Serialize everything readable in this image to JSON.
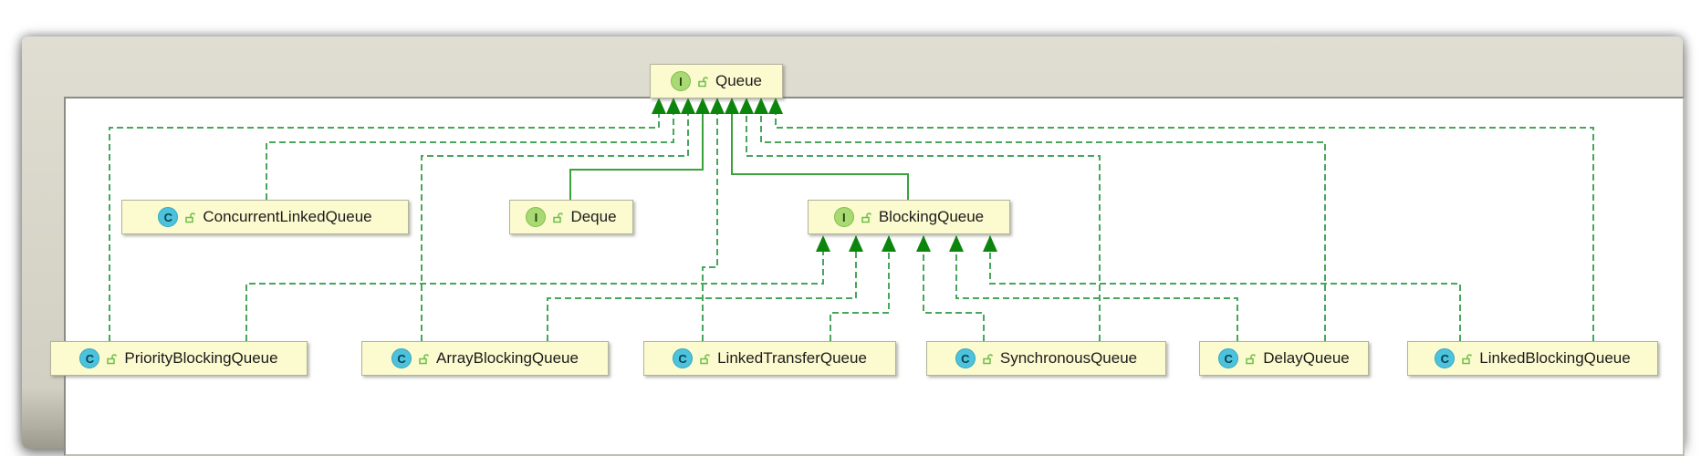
{
  "diagram": {
    "nodes": [
      {
        "id": "queue",
        "label": "Queue",
        "kind": "interface",
        "icon_letter": "I"
      },
      {
        "id": "concurrent-linked-queue",
        "label": "ConcurrentLinkedQueue",
        "kind": "class",
        "icon_letter": "C"
      },
      {
        "id": "deque",
        "label": "Deque",
        "kind": "interface",
        "icon_letter": "I"
      },
      {
        "id": "blocking-queue",
        "label": "BlockingQueue",
        "kind": "interface",
        "icon_letter": "I"
      },
      {
        "id": "priority-blocking-queue",
        "label": "PriorityBlockingQueue",
        "kind": "class",
        "icon_letter": "C"
      },
      {
        "id": "array-blocking-queue",
        "label": "ArrayBlockingQueue",
        "kind": "class",
        "icon_letter": "C"
      },
      {
        "id": "linked-transfer-queue",
        "label": "LinkedTransferQueue",
        "kind": "class",
        "icon_letter": "C"
      },
      {
        "id": "synchronous-queue",
        "label": "SynchronousQueue",
        "kind": "class",
        "icon_letter": "C"
      },
      {
        "id": "delay-queue",
        "label": "DelayQueue",
        "kind": "class",
        "icon_letter": "C"
      },
      {
        "id": "linked-blocking-queue",
        "label": "LinkedBlockingQueue",
        "kind": "class",
        "icon_letter": "C"
      }
    ],
    "relations": [
      {
        "from": "ConcurrentLinkedQueue",
        "to": "Queue",
        "type": "realization"
      },
      {
        "from": "Deque",
        "to": "Queue",
        "type": "generalization"
      },
      {
        "from": "BlockingQueue",
        "to": "Queue",
        "type": "generalization"
      },
      {
        "from": "PriorityBlockingQueue",
        "to": "Queue",
        "type": "realization"
      },
      {
        "from": "ArrayBlockingQueue",
        "to": "Queue",
        "type": "realization"
      },
      {
        "from": "LinkedTransferQueue",
        "to": "Queue",
        "type": "realization"
      },
      {
        "from": "SynchronousQueue",
        "to": "Queue",
        "type": "realization"
      },
      {
        "from": "DelayQueue",
        "to": "Queue",
        "type": "realization"
      },
      {
        "from": "LinkedBlockingQueue",
        "to": "Queue",
        "type": "realization"
      },
      {
        "from": "PriorityBlockingQueue",
        "to": "BlockingQueue",
        "type": "realization"
      },
      {
        "from": "ArrayBlockingQueue",
        "to": "BlockingQueue",
        "type": "realization"
      },
      {
        "from": "LinkedTransferQueue",
        "to": "BlockingQueue",
        "type": "realization"
      },
      {
        "from": "SynchronousQueue",
        "to": "BlockingQueue",
        "type": "realization"
      },
      {
        "from": "DelayQueue",
        "to": "BlockingQueue",
        "type": "realization"
      },
      {
        "from": "LinkedBlockingQueue",
        "to": "BlockingQueue",
        "type": "realization"
      }
    ],
    "colors": {
      "node_fill": "#fcfacf",
      "node_border": "#b3b39e",
      "dashed_line": "#47a65c",
      "solid_line": "#3aa23a",
      "arrow": "#0b850b",
      "interface_icon": "#a8d973",
      "class_icon": "#4cc2dc",
      "frame": "#d6d3c7"
    }
  }
}
